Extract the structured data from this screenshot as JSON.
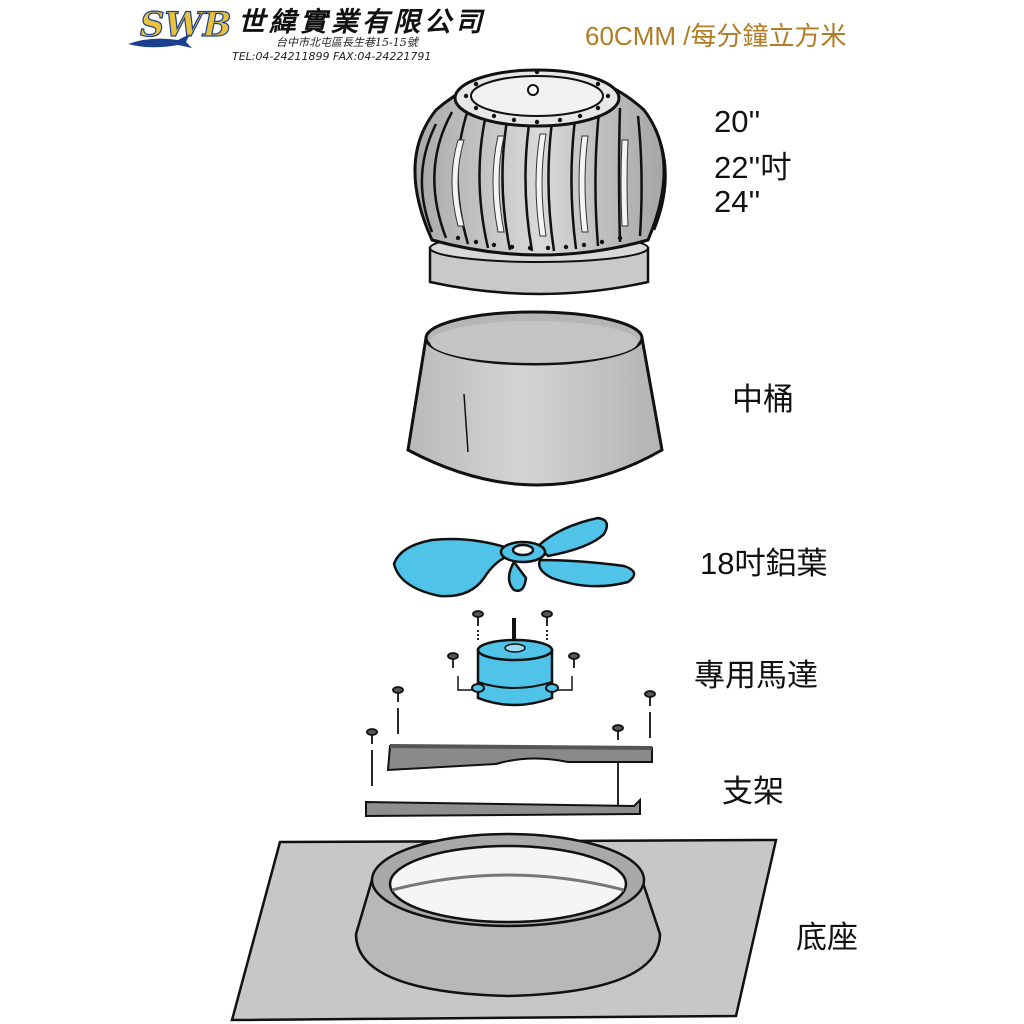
{
  "header": {
    "logo_text": "SWB",
    "company_name": "世緯實業有限公司",
    "address": "台中市北屯區長生巷15-15號",
    "contact": "TEL:04-24211899   FAX:04-24221791",
    "spec": "60CMM /每分鐘立方米"
  },
  "sizes": [
    "20''",
    "22''吋",
    "24''"
  ],
  "parts": {
    "barrel": "中桶",
    "blade": "18吋鋁葉",
    "motor": "專用馬達",
    "bracket": "支架",
    "base": "底座"
  },
  "colors": {
    "metal": "#c8c8c8",
    "metal_dark": "#9a9a9a",
    "blade": "#4fc3e8",
    "spec_text": "#b07d24",
    "logo": "#1c3f8f"
  }
}
